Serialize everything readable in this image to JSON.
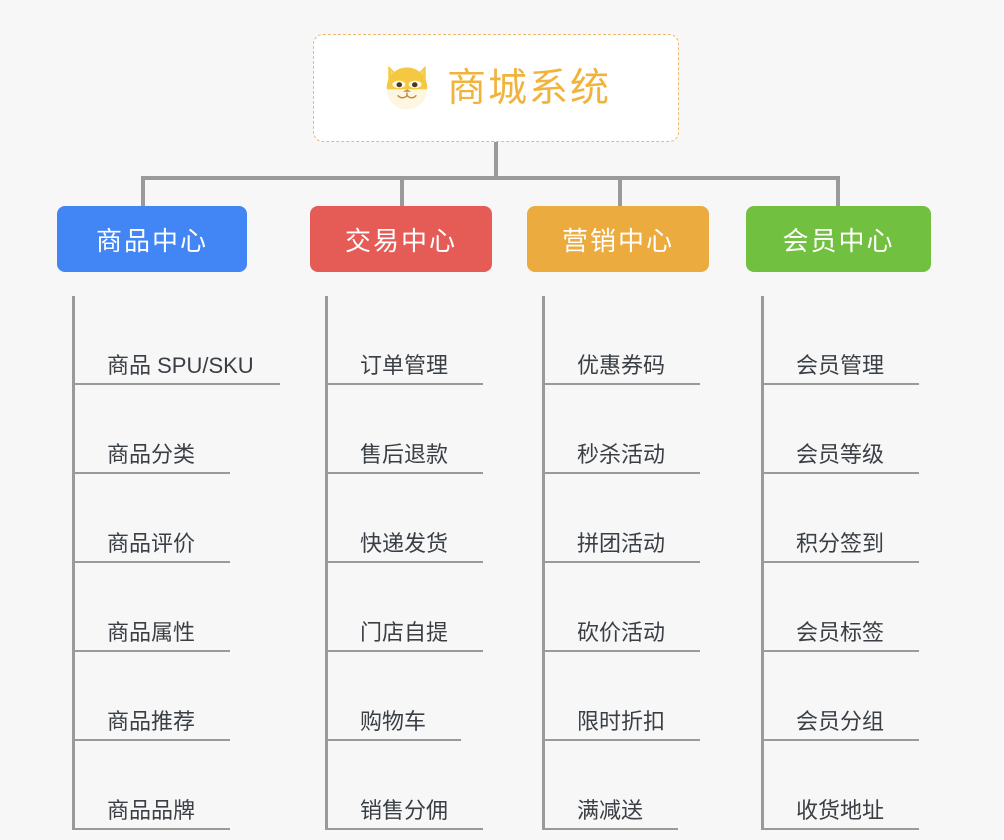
{
  "page": {
    "background_color": "#f7f7f7",
    "connector_color": "#9a9a9a"
  },
  "root": {
    "title": "商城系统",
    "icon": "dog-face-icon",
    "title_color": "#f2b33d",
    "border_color": "#edb867",
    "background_color": "#ffffff"
  },
  "columns": [
    {
      "title": "商品中心",
      "color": "#4285f4",
      "items": [
        "商品 SPU/SKU",
        "商品分类",
        "商品评价",
        "商品属性",
        "商品推荐",
        "商品品牌"
      ]
    },
    {
      "title": "交易中心",
      "color": "#e55b56",
      "items": [
        "订单管理",
        "售后退款",
        "快递发货",
        "门店自提",
        "购物车",
        "销售分佣"
      ]
    },
    {
      "title": "营销中心",
      "color": "#ebab3e",
      "items": [
        "优惠券码",
        "秒杀活动",
        "拼团活动",
        "砍价活动",
        "限时折扣",
        "满减送"
      ]
    },
    {
      "title": "会员中心",
      "color": "#72c040",
      "items": [
        "会员管理",
        "会员等级",
        "积分签到",
        "会员标签",
        "会员分组",
        "收货地址"
      ]
    }
  ]
}
